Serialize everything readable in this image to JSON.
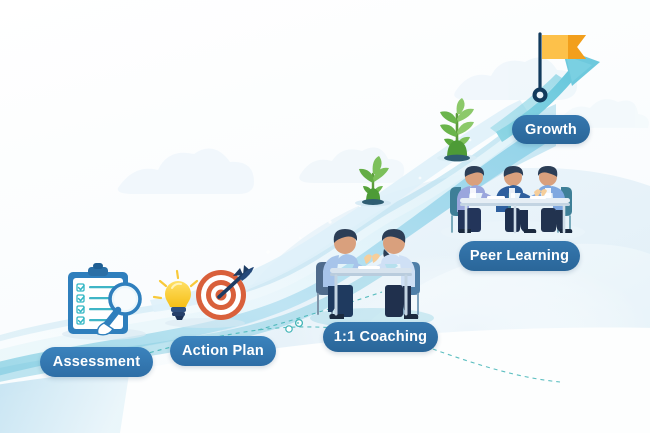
{
  "illustration": {
    "title": "Coaching journey growth path infographic",
    "background_color": "#ffffff",
    "palette": {
      "badge_blue": "#2e6ea6",
      "badge_blue_light": "#3b83bd",
      "river_light": "#dff0f7",
      "river_mid": "#a8d8ea",
      "river_deep": "#7fc7e0",
      "teal_arrow": "#78cfe0",
      "cloud": "#eaf4fa",
      "flag_orange": "#f9a826",
      "flag_pole": "#123a5c",
      "plant_green": "#6ab04c",
      "target_red": "#d9603b",
      "bulb_yellow": "#fbc52d",
      "clipboard_blue": "#2b7bb9",
      "shirt_blue": "#a8c6ec",
      "suit_navy": "#1f3a5f",
      "dashed_teal": "#3fb3b3"
    }
  },
  "steps": [
    {
      "id": "assessment",
      "label": "Assessment",
      "order": 1,
      "icon": "clipboard-magnifier-icon"
    },
    {
      "id": "action_plan",
      "label": "Action Plan",
      "order": 2,
      "icon": "lightbulb-target-icon"
    },
    {
      "id": "coaching",
      "label": "1:1 Coaching",
      "order": 3,
      "icon": "two-people-table-icon"
    },
    {
      "id": "peer_learning",
      "label": "Peer Learning",
      "order": 4,
      "icon": "three-people-table-icon"
    },
    {
      "id": "growth",
      "label": "Growth",
      "order": 5,
      "icon": "flag-arrow-icon"
    }
  ],
  "decorations": {
    "flag": "goal-flag",
    "arrow": "upward-growth-arrow",
    "sprout_small": "small-seedling",
    "sprout_large": "tall-plant",
    "clouds": "background-clouds",
    "river": "winding-path-river",
    "dashed_connector": "dashed-progress-line"
  }
}
